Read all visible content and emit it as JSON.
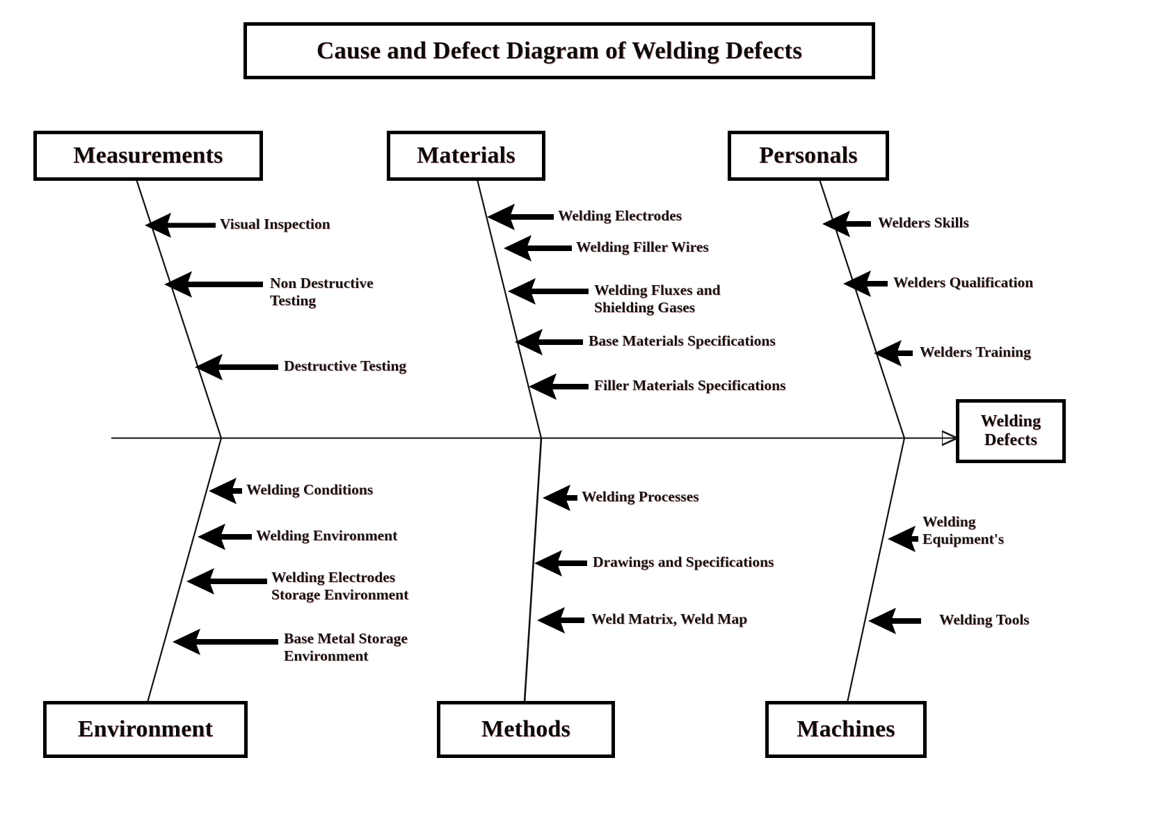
{
  "diagram": {
    "type": "fishbone-ishikawa",
    "title": "Cause and Defect Diagram of Welding Defects",
    "effect": "Welding\nDefects",
    "effect_line1": "Welding",
    "effect_line2": "Defects",
    "colors": {
      "line": "#000000",
      "box_border": "#000000",
      "text": "#111111",
      "shadow": "#d67878",
      "background": "#ffffff"
    },
    "categories": [
      {
        "id": "measurements",
        "label": "Measurements",
        "position": "top-left",
        "causes": [
          {
            "label": "Visual Inspection"
          },
          {
            "label": "Non Destructive\nTesting"
          },
          {
            "label": "Destructive Testing"
          }
        ]
      },
      {
        "id": "materials",
        "label": "Materials",
        "position": "top-center",
        "causes": [
          {
            "label": "Welding Electrodes"
          },
          {
            "label": "Welding Filler Wires"
          },
          {
            "label": "Welding Fluxes and\nShielding Gases"
          },
          {
            "label": "Base Materials Specifications"
          },
          {
            "label": "Filler Materials Specifications"
          }
        ]
      },
      {
        "id": "personals",
        "label": "Personals",
        "position": "top-right",
        "causes": [
          {
            "label": "Welders Skills"
          },
          {
            "label": "Welders Qualification"
          },
          {
            "label": "Welders Training"
          }
        ]
      },
      {
        "id": "environment",
        "label": "Environment",
        "position": "bottom-left",
        "causes": [
          {
            "label": "Welding Conditions"
          },
          {
            "label": "Welding Environment"
          },
          {
            "label": "Welding Electrodes\nStorage Environment"
          },
          {
            "label": "Base Metal Storage\nEnvironment"
          }
        ]
      },
      {
        "id": "methods",
        "label": "Methods",
        "position": "bottom-center",
        "causes": [
          {
            "label": "Welding Processes"
          },
          {
            "label": "Drawings and Specifications"
          },
          {
            "label": "Weld Matrix, Weld Map"
          }
        ]
      },
      {
        "id": "machines",
        "label": "Machines",
        "position": "bottom-right",
        "causes": [
          {
            "label": "Welding\nEquipment's"
          },
          {
            "label": "Welding Tools"
          }
        ]
      }
    ]
  }
}
